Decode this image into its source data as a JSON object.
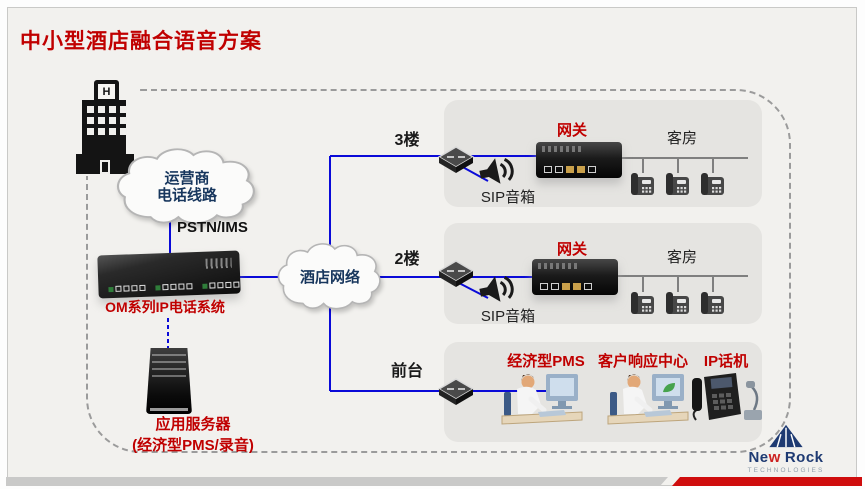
{
  "title": "中小型酒店融合语音方案",
  "hotel_icon": {
    "badge": "H"
  },
  "carrier_cloud": {
    "line1": "运营商",
    "line2": "电话线路"
  },
  "trunk_label": "PSTN/IMS",
  "om_system_label": "OM系列IP电话系统",
  "app_server": {
    "line1": "应用服务器",
    "line2": "(经济型PMS/录音)"
  },
  "hotel_network_label": "酒店网络",
  "floors": [
    {
      "branch_label": "3楼",
      "gateway_label": "网关",
      "rooms_label": "客房",
      "speaker_label": "SIP音箱"
    },
    {
      "branch_label": "2楼",
      "gateway_label": "网关",
      "rooms_label": "客房",
      "speaker_label": "SIP音箱"
    }
  ],
  "front_desk": {
    "branch_label": "前台",
    "pms_label": "经济型PMS",
    "crc_label": "客户响应中心",
    "ip_phone_label": "IP话机"
  },
  "logo": {
    "part1": "Ne",
    "accent": "w",
    "part2": "Rock",
    "subtitle": "TECHNOLOGIES"
  },
  "colors": {
    "accent_red": "#c00000",
    "line_blue": "#0a0ad8",
    "navy": "#17365d",
    "panel_gray": "#e5e4e1"
  }
}
